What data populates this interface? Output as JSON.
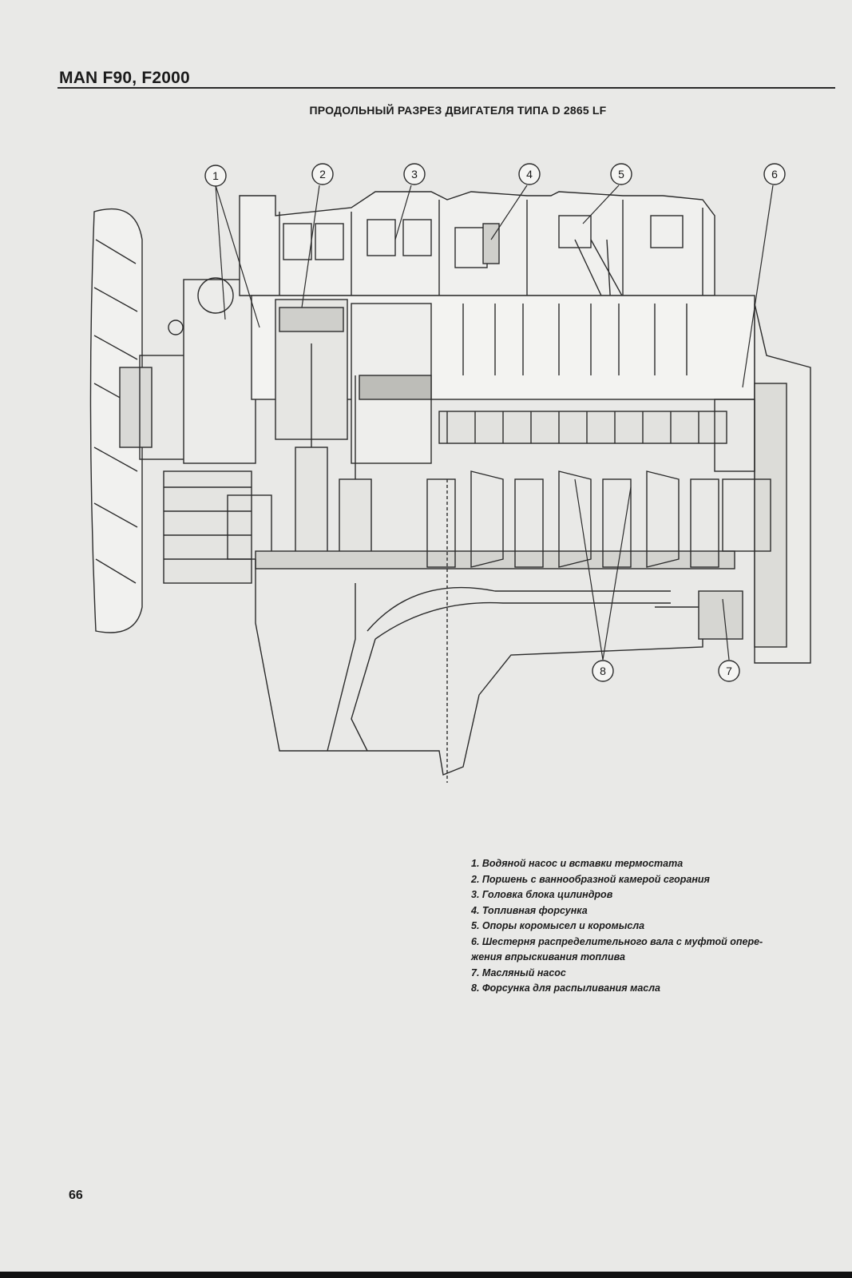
{
  "header": {
    "title": "MAN F90, F2000"
  },
  "figure": {
    "title": "ПРОДОЛЬНЫЙ РАЗРЕЗ ДВИГАТЕЛЯ ТИПА D 2865 LF",
    "callouts": [
      "1",
      "2",
      "3",
      "4",
      "5",
      "6",
      "7",
      "8"
    ]
  },
  "legend": {
    "items": [
      "1. Водяной насос и вставки термостата",
      "2. Поршень с ваннообразной камерой сгорания",
      "3. Головка блока цилиндров",
      "4. Топливная форсунка",
      "5. Опоры коромысел и коромысла",
      "6. Шестерня распределительного вала с муфтой опере-",
      "жения впрыскивания топлива",
      "7. Масляный насос",
      "8. Форсунка для распыливания масла"
    ]
  },
  "page_number": "66"
}
